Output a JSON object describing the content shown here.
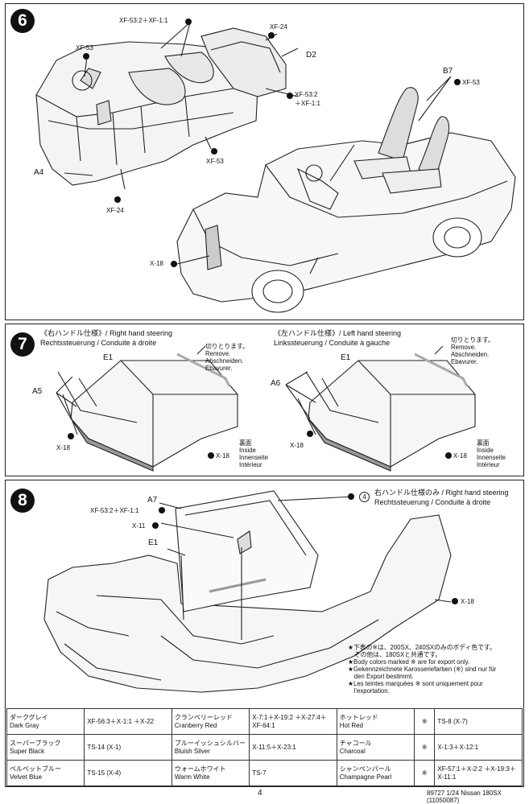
{
  "step6": {
    "number": "6",
    "labels": {
      "xf53_2_xf1_1": "XF-53:2＋XF-1:1",
      "xf24_top": "XF-24",
      "d2": "D2",
      "xf53_left": "XF-53",
      "xf53_2_b": "XF-53:2",
      "xf1_1_b": "＋XF-1:1",
      "b7": "B7",
      "xf53_right": "XF-53",
      "a4": "A4",
      "xf53_bottom": "XF-53",
      "xf24_bottom": "XF-24",
      "x18": "X-18"
    }
  },
  "step7": {
    "number": "7",
    "left": {
      "title_jp": "《右ハンドル仕様》/ Right hand steering",
      "title_de_fr": "Rechtssteuerung / Conduite à droite",
      "remove": [
        "切りとります。",
        "Remove.",
        "Abschneiden.",
        "Ebavurer."
      ],
      "e1": "E1",
      "a5": "A5",
      "x18_a": "X-18",
      "x18_b": "X-18",
      "inside": [
        "裏面",
        "Inside",
        "Innenseite",
        "Intérieur"
      ]
    },
    "right": {
      "title_jp": "《左ハンドル仕様》/ Left hand steering",
      "title_de_fr": "Linkssteuerung / Conduite à gauche",
      "remove": [
        "切りとります。",
        "Remove.",
        "Abschneiden.",
        "Ebavurer."
      ],
      "e1": "E1",
      "a6": "A6",
      "x18_a": "X-18",
      "x18_b": "X-18",
      "inside": [
        "裏面",
        "Inside",
        "Innenseite",
        "Intérieur"
      ]
    }
  },
  "step8": {
    "number": "8",
    "labels": {
      "a7": "A7",
      "xf53_xf1": "XF-53:2＋XF-1:1",
      "x11": "X-11",
      "e1": "E1",
      "circle4": "4",
      "x18": "X-18"
    },
    "rhs_title": "右ハンドル仕様のみ / Right hand steering",
    "rhs_subtitle": "Rechtssteuerung / Conduite à droite",
    "notes": [
      "★下表の※は、200SX、240SXのみのボディ色です。",
      "　その他は、180SXと共通です。",
      "★Body colors marked ※ are for export only.",
      "★Gekennzeichnete Karosseriefarben (※) sind nur für",
      "　den Export bestimmt.",
      "★Les teintes marquées ※ sont uniquement pour",
      "　l'exportation."
    ]
  },
  "color_table": [
    [
      {
        "jp": "ダークグレイ",
        "en": "Dark Gray",
        "code": "XF-56:3＋X-1:1 ＋X-22",
        "mark": ""
      },
      {
        "jp": "クランベリーレッド",
        "en": "Cranberry Red",
        "code": "X-7:1＋X-19:2 ＋X-27:4＋XF-64:1",
        "mark": ""
      },
      {
        "jp": "ホットレッド",
        "en": "Hot Red",
        "code": "TS-8 (X-7)",
        "mark": "※"
      }
    ],
    [
      {
        "jp": "スーパーブラック",
        "en": "Super Black",
        "code": "TS-14 (X-1)",
        "mark": ""
      },
      {
        "jp": "ブルーイッシュシルバー",
        "en": "Bluish Silver",
        "code": "X-11:5＋X-23:1",
        "mark": ""
      },
      {
        "jp": "チャコール",
        "en": "Charcoal",
        "code": "X-1:3＋X-12:1",
        "mark": "※"
      }
    ],
    [
      {
        "jp": "ベルベットブルー",
        "en": "Velvet Blue",
        "code": "TS-15 (X-4)",
        "mark": ""
      },
      {
        "jp": "ウォームホワイト",
        "en": "Warm White",
        "code": "TS-7",
        "mark": ""
      },
      {
        "jp": "シャンペンパール",
        "en": "Champagne Pearl",
        "code": "XF-57:1＋X-2:2 ＋X-19:3＋X-11:1",
        "mark": "※"
      }
    ]
  ],
  "footer": {
    "page": "4",
    "ref": "89727 1/24 Nissan 180SX (11050087)"
  }
}
